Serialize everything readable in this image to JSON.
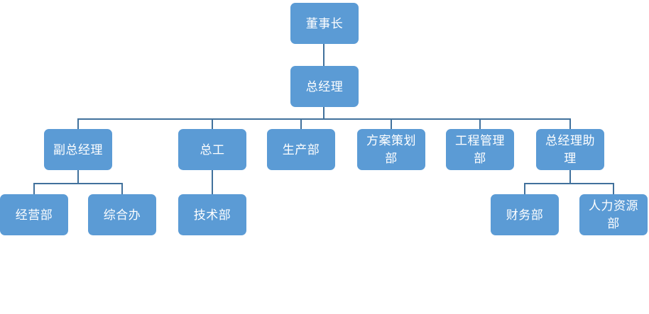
{
  "chart": {
    "title": "",
    "type": "org-chart",
    "theme": {
      "node_fill": "#5B9BD5",
      "node_text": "#FFFFFF",
      "connector": "#41719C",
      "background": "#FFFFFF"
    }
  },
  "nodes": [
    {
      "id": "chairman",
      "label": "董事长",
      "level": 1,
      "parent": null
    },
    {
      "id": "general-manager",
      "label": "总经理",
      "level": 2,
      "parent": "chairman"
    },
    {
      "id": "deputy-gm",
      "label": "副总经理",
      "level": 3,
      "parent": "general-manager"
    },
    {
      "id": "chief-engineer",
      "label": "总工",
      "level": 3,
      "parent": "general-manager"
    },
    {
      "id": "production-dept",
      "label": "生产部",
      "level": 3,
      "parent": "general-manager"
    },
    {
      "id": "planning-dept",
      "label": "方案策划部",
      "level": 3,
      "parent": "general-manager"
    },
    {
      "id": "engineering-mgmt",
      "label": "工程管理部",
      "level": 3,
      "parent": "general-manager"
    },
    {
      "id": "gm-assistant",
      "label": "总经理助理",
      "level": 3,
      "parent": "general-manager"
    },
    {
      "id": "operations-dept",
      "label": "经营部",
      "level": 4,
      "parent": "deputy-gm"
    },
    {
      "id": "general-affairs",
      "label": "综合办",
      "level": 4,
      "parent": "deputy-gm"
    },
    {
      "id": "technical-dept",
      "label": "技术部",
      "level": 4,
      "parent": "chief-engineer"
    },
    {
      "id": "finance-dept",
      "label": "财务部",
      "level": 4,
      "parent": "gm-assistant"
    },
    {
      "id": "hr-dept",
      "label": "人力资源部",
      "level": 4,
      "parent": "gm-assistant"
    }
  ]
}
